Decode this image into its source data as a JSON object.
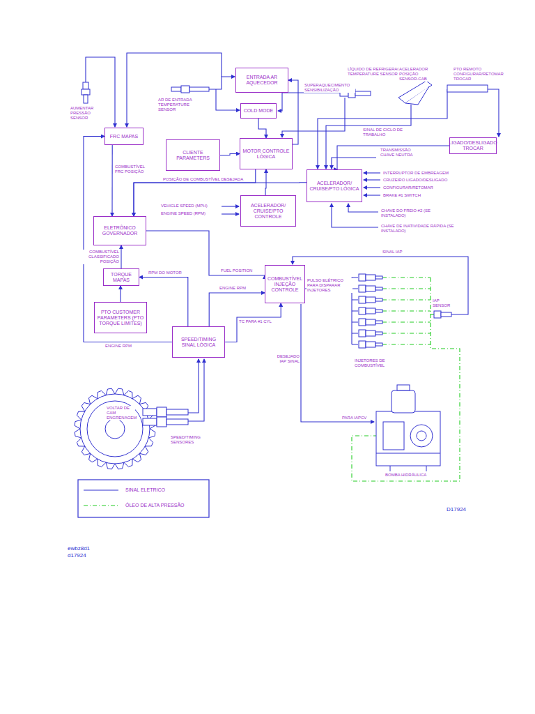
{
  "diagram": {
    "nodes": [
      {
        "text": [
          "ENTRADA AR AQUECEDOR"
        ]
      },
      {
        "text": [
          "COLD MODE"
        ]
      },
      {
        "text": [
          "FRC MAPAS"
        ]
      },
      {
        "text": [
          "CLIENTE PARAMETERS"
        ]
      },
      {
        "text": [
          "MOTOR CONTROLE LÓGICA"
        ]
      },
      {
        "text": [
          "ACELERADOR/ CRUISE/PTO LÓGICA"
        ]
      },
      {
        "text": [
          "LIGADO/DESLIGADO TROCAR"
        ]
      },
      {
        "text": [
          "ACELERADOR/ CRUISE/PTO CONTROLE"
        ]
      },
      {
        "text": [
          "ELETRÔNICO GOVERNADOR"
        ]
      },
      {
        "text": [
          "TORQUE MAPAS"
        ]
      },
      {
        "text": [
          "PTO CUSTOMER PARAMETERS (PTO TORQUE LIMITES)"
        ]
      },
      {
        "text": [
          "COMBUSTÍVEL INJEÇÃO CONTROLE"
        ]
      },
      {
        "text": [
          "SPEED/TIMING SINAL LÓGICA"
        ]
      }
    ],
    "edges": [
      {
        "from": 1,
        "to": 4,
        "arrow": "to"
      },
      {
        "from": 4,
        "to": 0,
        "arrow": "to"
      },
      {
        "from": 3,
        "to": 4,
        "arrow": "to"
      },
      {
        "from": 4,
        "to": 8,
        "label": "POSIÇÃO DE COMBUSTÍVEL DESEJADA",
        "arrow": "to"
      },
      {
        "from": 7,
        "to": 4,
        "arrow": "to"
      },
      {
        "from": 5,
        "to": 8,
        "arrow": "to"
      },
      {
        "from": 2,
        "to": 8,
        "label": "COMBUSTÍVEL FRC POSIÇÃO",
        "arrow": "to"
      },
      {
        "from": 8,
        "to": 11,
        "label": "FUEL POSITION",
        "arrow": "to"
      },
      {
        "from": 9,
        "to": 8,
        "label": "COMBUSTÍVEL CLASSIFICADO POSIÇÃO",
        "arrow": "to"
      },
      {
        "from": 10,
        "to": 9,
        "arrow": "to"
      },
      {
        "from": 12,
        "to": 9,
        "label": "RPM DO MOTOR",
        "arrow": "to"
      },
      {
        "from": 12,
        "to": 11,
        "label": "ENGINE RPM",
        "arrow": "to"
      },
      {
        "from": 12,
        "to": 11,
        "label": "TC PARA #1 CYL",
        "arrow": "to"
      },
      {
        "from": 12,
        "to": 2,
        "label": "ENGINE RPM",
        "arrow": "to"
      },
      {
        "from": 6,
        "to": 5,
        "arrow": "to"
      }
    ],
    "labels": [
      "AUMENTAR PRESSÃO SENSOR",
      "AR DE ENTRADA TEMPERATURE SENSOR",
      "LÍQUIDO DE REFRIGERAÇÃO TEMPERATURE SENSOR",
      "SUPERAQUECIMENTO SENSIBILIZAÇÃO",
      "ACELERADOR POSIÇÃO SENSOR-CAB",
      "PTO REMOTO CONFIGURAR/RETOMAR TROCAR",
      "SINAL DE CICLO DE TRABALHO",
      "TRANSMISSÃO CHAVE NEUTRA",
      "INTERRUPTOR DE EMBREAGEM",
      "CRUZEIRO LIGADO/DESLIGADO",
      "CONFIGURAR/RETOMAR",
      "BRAKE #1 SWITCH",
      "CHAVE DO FREIO #2 (SE INSTALADO)",
      "CHAVE DE INATIVIDADE RÁPIDA (SE INSTALADO)",
      "VEHICLE SPEED (MPH)",
      "ENGINE SPEED (RPM)",
      "SINAL IAP",
      "PULSO ELÉTRICO PARA DISPARAR INJETORES",
      "IAP SENSOR",
      "INJETORES DE COMBUSTÍVEL",
      "DESEJADO IAP SINAL",
      "PARA IAPCV",
      "BOMBA HIDRÁULICA",
      "VOLTAR DE CAM ENGRENAGEM",
      "SPEED/TIMING SENSORES",
      "D17924",
      "ewbz8d1",
      "d17924"
    ],
    "legend": [
      {
        "text": "SINAL ELETRICO"
      },
      {
        "text": "ÓLEO DE ALTA PRESSÃO"
      }
    ]
  }
}
